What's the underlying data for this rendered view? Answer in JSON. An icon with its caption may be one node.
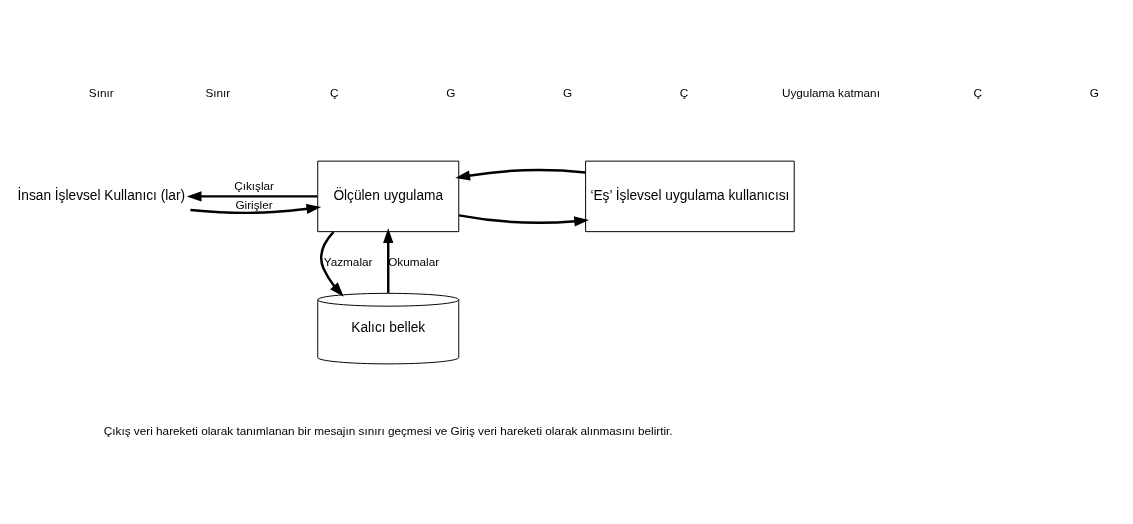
{
  "diagram": {
    "nodes": [
      {
        "text": [
          "İnsan İşlevsel Kullanıcı (lar)"
        ]
      },
      {
        "text": [
          "Ölçülen uygulama"
        ]
      },
      {
        "text": [
          "‘Eş’ İşlevsel uygulama kullanıcısı"
        ]
      },
      {
        "text": [
          "Kalıcı bellek"
        ]
      }
    ],
    "edges": [
      {
        "from": 0,
        "to": 1,
        "arrow": "to",
        "label": "Girişler"
      },
      {
        "from": 1,
        "to": 0,
        "arrow": "to",
        "label": "Çıkışlar"
      },
      {
        "from": 1,
        "to": 2,
        "arrow": "to"
      },
      {
        "from": 2,
        "to": 1,
        "arrow": "to"
      },
      {
        "from": 3,
        "to": 1,
        "arrow": "to",
        "label": "Okumalar"
      },
      {
        "from": 1,
        "to": 3,
        "arrow": "to",
        "label": "Yazmalar"
      }
    ],
    "labels": [
      "Sınır",
      "Sınır",
      "Ç",
      "G",
      "G",
      "Ç",
      "Uygulama katmanı",
      "Ç",
      "G"
    ],
    "legend": [
      {
        "text": "Çıkış veri hareketi olarak tanımlanan bir mesajın sınırı geçmesi ve Giriş veri hareketi olarak alınmasını belirtir."
      }
    ]
  }
}
